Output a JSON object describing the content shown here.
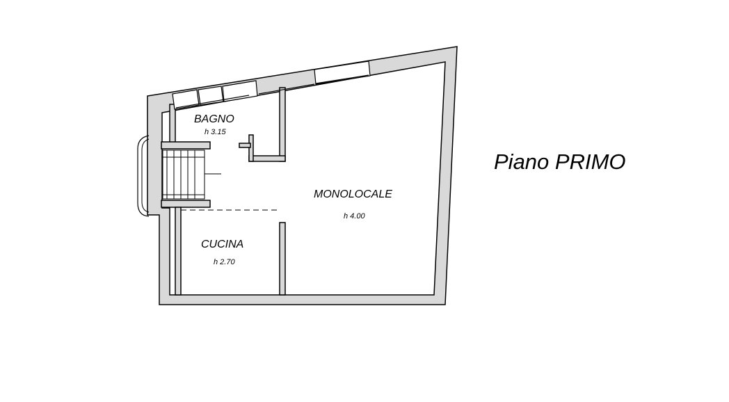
{
  "floor": {
    "title": "Piano PRIMO"
  },
  "rooms": {
    "bagno": {
      "name": "BAGNO",
      "height": "h 3.15"
    },
    "cucina": {
      "name": "CUCINA",
      "height": "h 2.70"
    },
    "monolocale": {
      "name": "MONOLOCALE",
      "height": "h 4.00"
    }
  },
  "colors": {
    "wall_fill": "#d9d9d9",
    "stroke": "#000000",
    "background": "#ffffff"
  }
}
